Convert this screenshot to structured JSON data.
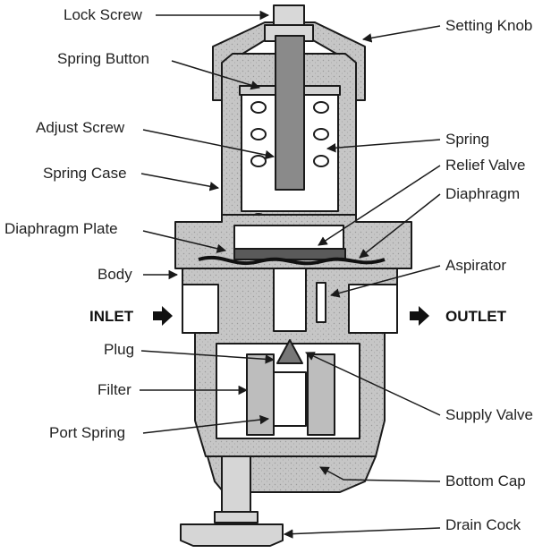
{
  "labels": {
    "lock_screw": "Lock Screw",
    "setting_knob": "Setting Knob",
    "spring_button": "Spring Button",
    "adjust_screw": "Adjust Screw",
    "spring": "Spring",
    "relief_valve": "Relief Valve",
    "spring_case": "Spring Case",
    "diaphragm": "Diaphragm",
    "diaphragm_plate": "Diaphragm Plate",
    "body": "Body",
    "aspirator": "Aspirator",
    "inlet": "INLET",
    "outlet": "OUTLET",
    "plug": "Plug",
    "filter": "Filter",
    "supply_valve": "Supply Valve",
    "port_spring": "Port Spring",
    "bottom_cap": "Bottom Cap",
    "drain_cock": "Drain Cock"
  },
  "colors": {
    "body_fill": "#c4c4c4",
    "outline": "#1a1a1a",
    "white": "#ffffff"
  }
}
